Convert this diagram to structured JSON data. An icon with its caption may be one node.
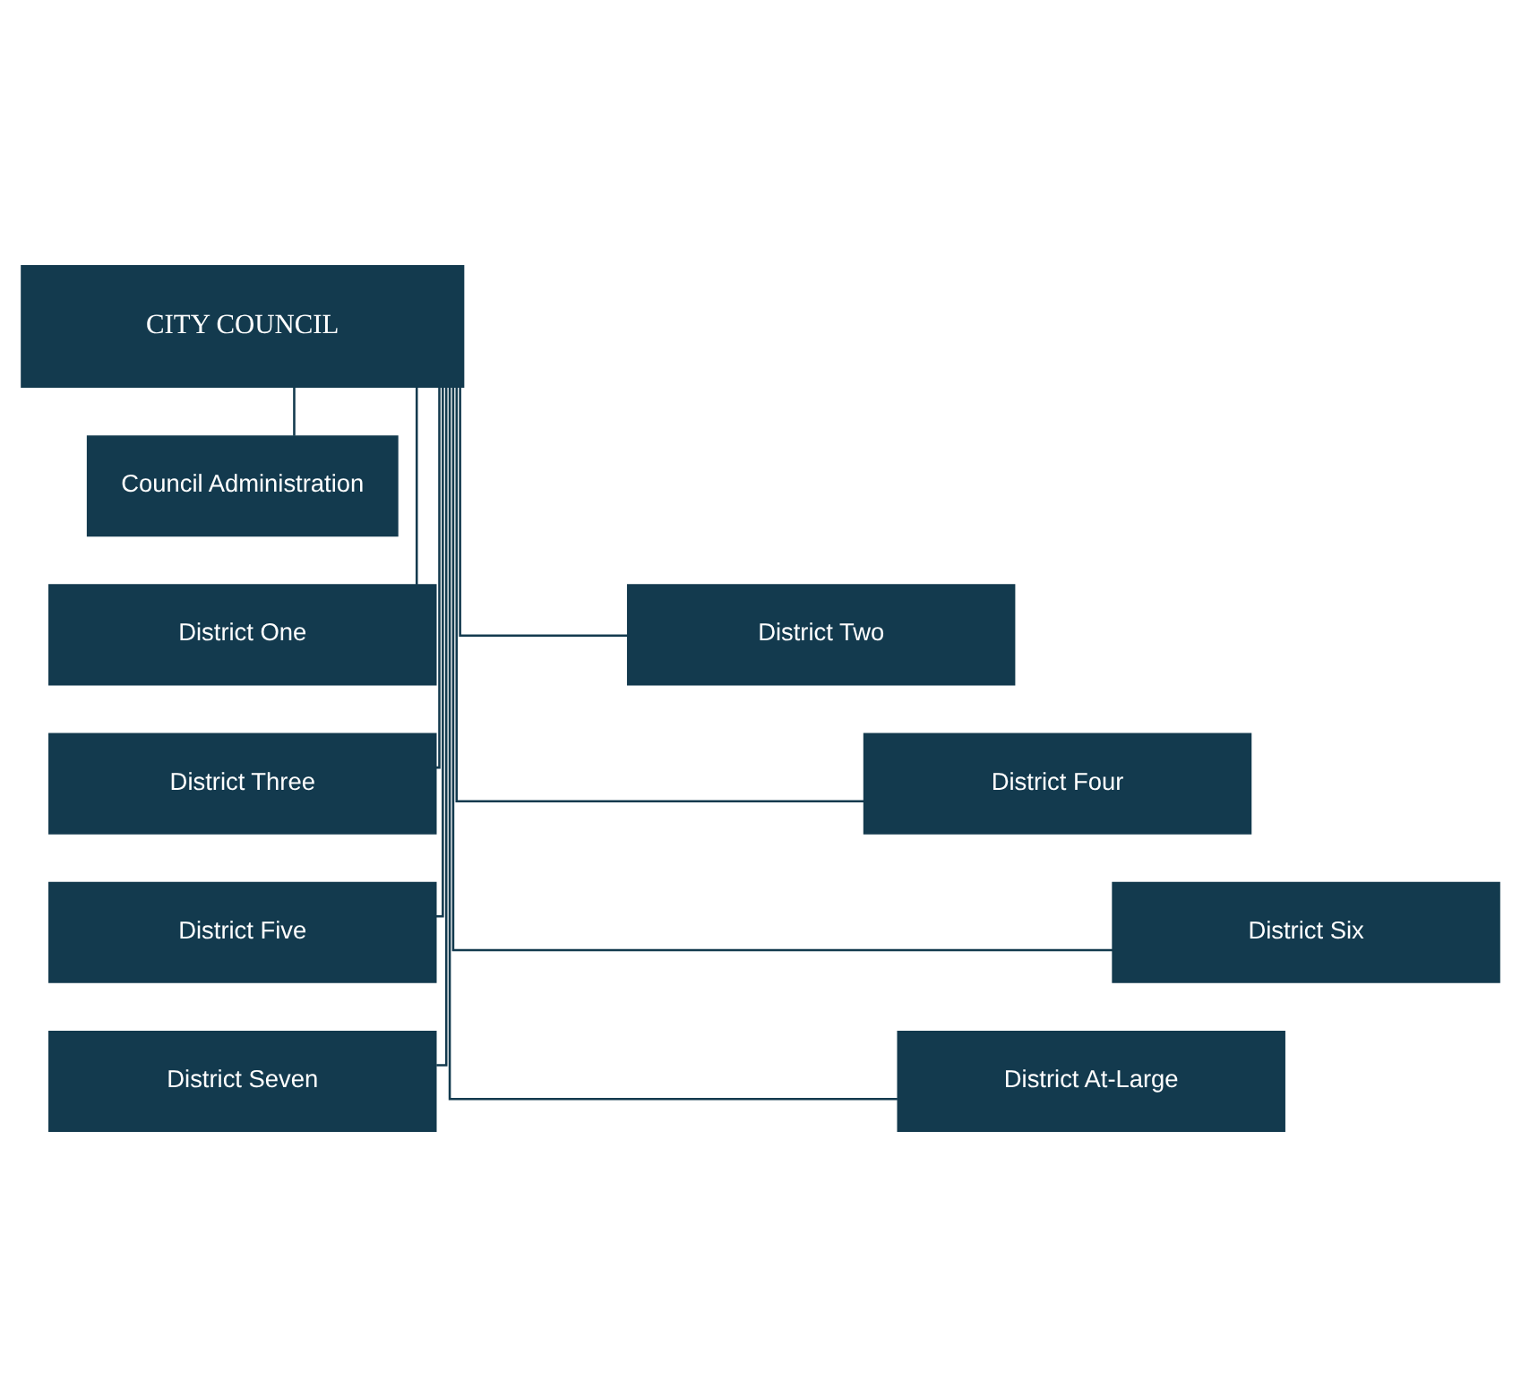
{
  "diagram": {
    "nodes": [
      {
        "text": [
          "CITY COUNCIL"
        ]
      },
      {
        "text": [
          "Council Administration"
        ]
      },
      {
        "text": [
          "District One"
        ]
      },
      {
        "text": [
          "District Two"
        ]
      },
      {
        "text": [
          "District Three"
        ]
      },
      {
        "text": [
          "District Four"
        ]
      },
      {
        "text": [
          "District Five"
        ]
      },
      {
        "text": [
          "District Six"
        ]
      },
      {
        "text": [
          "District Seven"
        ]
      },
      {
        "text": [
          "District At-Large"
        ]
      }
    ],
    "edges": [
      {
        "from": 0,
        "to": 1,
        "arrow": "none"
      },
      {
        "from": 0,
        "to": 2,
        "arrow": "none"
      },
      {
        "from": 0,
        "to": 3,
        "arrow": "none"
      },
      {
        "from": 0,
        "to": 4,
        "arrow": "none"
      },
      {
        "from": 0,
        "to": 5,
        "arrow": "none"
      },
      {
        "from": 0,
        "to": 6,
        "arrow": "none"
      },
      {
        "from": 0,
        "to": 7,
        "arrow": "none"
      },
      {
        "from": 0,
        "to": 8,
        "arrow": "none"
      },
      {
        "from": 0,
        "to": 9,
        "arrow": "none"
      }
    ]
  }
}
